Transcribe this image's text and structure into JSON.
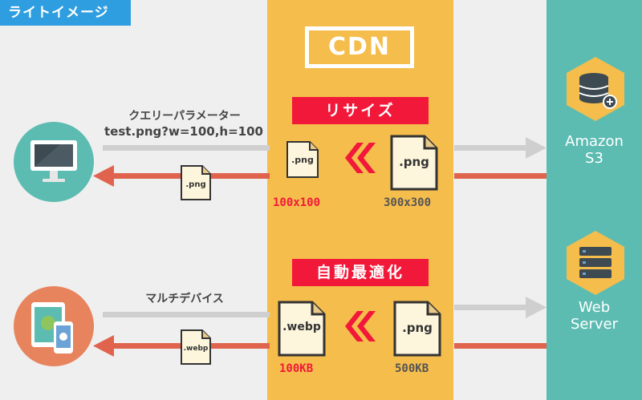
{
  "title": "ライトイメージ",
  "cdn": "CDN",
  "resize": {
    "banner": "リサイズ",
    "param_label": "クエリーパラメーター",
    "request": "test.png?w=100,h=100",
    "small_file": ".png",
    "big_file": ".png",
    "response_file": ".png",
    "small_size": "100x100",
    "big_size": "300x300"
  },
  "optimize": {
    "banner": "自動最適化",
    "device_label": "マルチデバイス",
    "small_file": ".webp",
    "big_file": ".png",
    "response_file": ".webp",
    "small_size": "100KB",
    "big_size": "500KB"
  },
  "origins": [
    {
      "line1": "Amazon",
      "line2": "S3",
      "icon": "database-add-icon"
    },
    {
      "line1": "Web",
      "line2": "Server",
      "icon": "server-rack-icon"
    }
  ],
  "colors": {
    "cdn_bg": "#f5bd4c",
    "origin_bg": "#5cbcb2",
    "accent_red": "#f2183a",
    "arrow_gray": "#cfcfcf",
    "arrow_red": "#e0644d",
    "title_blue": "#2e9ee0"
  }
}
